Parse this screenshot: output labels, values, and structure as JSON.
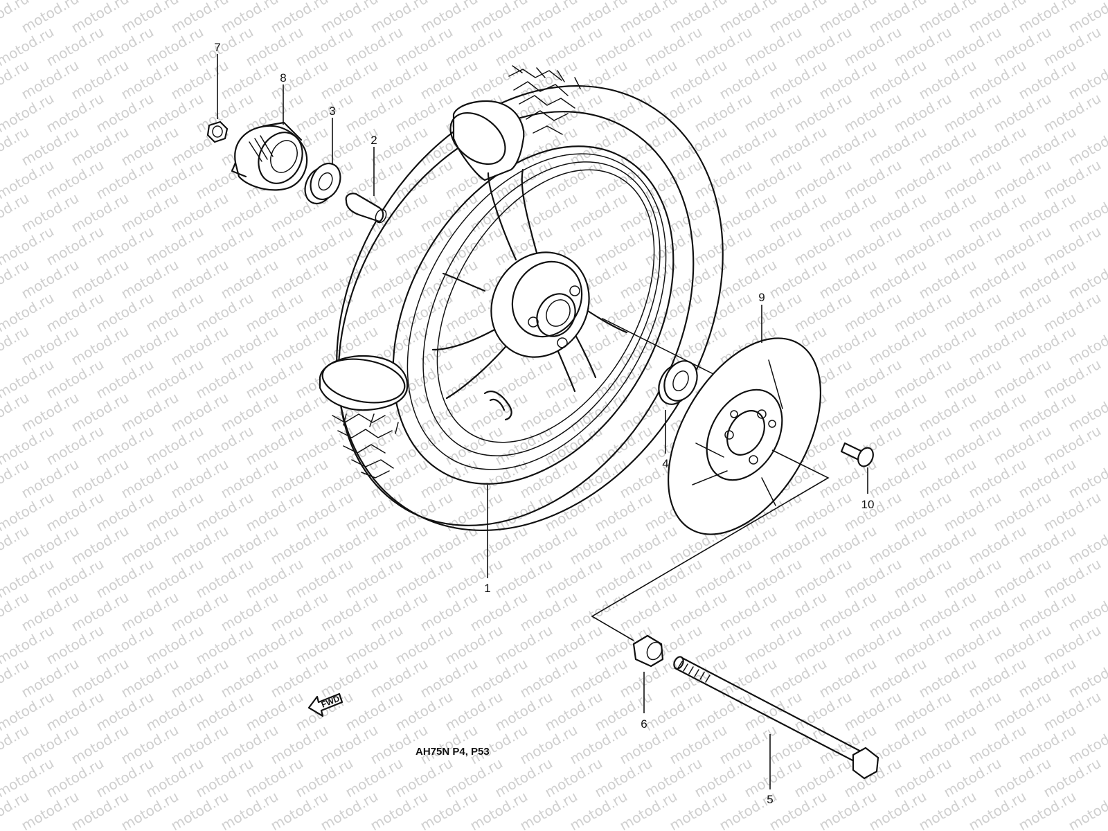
{
  "watermark": "motod.ru",
  "model_code": "AH75N P4, P53",
  "fwd_label": "FWD",
  "callouts": {
    "p1": "1",
    "p2": "2",
    "p3": "3",
    "p4": "4",
    "p5": "5",
    "p6": "6",
    "p7": "7",
    "p8": "8",
    "p9": "9",
    "p10": "10"
  }
}
